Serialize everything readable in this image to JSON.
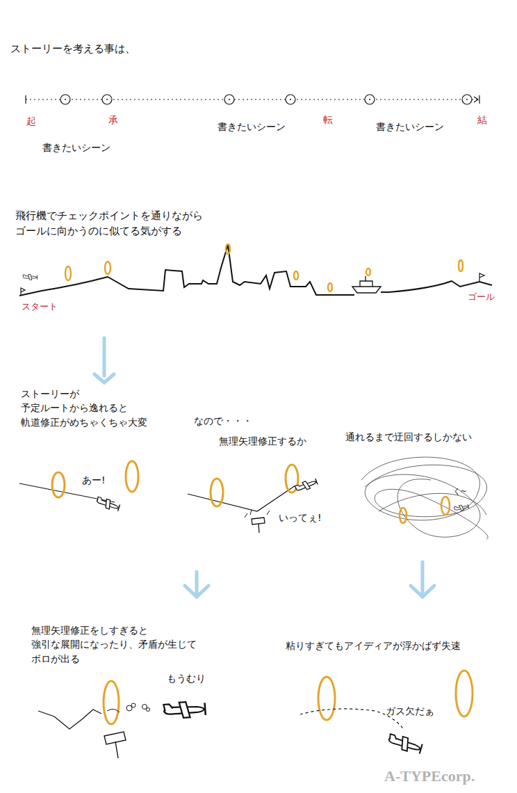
{
  "diagram": {
    "title": "ストーリーを考える事は、",
    "nodes": [
      {
        "text": [
          "起"
        ]
      },
      {
        "text": [
          "書きたいシーン"
        ]
      },
      {
        "text": [
          "承"
        ]
      },
      {
        "text": [
          "書きたいシーン"
        ]
      },
      {
        "text": [
          "転"
        ]
      },
      {
        "text": [
          "書きたいシーン"
        ]
      },
      {
        "text": [
          "結"
        ]
      },
      {
        "text": [
          "ストーリーが 予定ルートから逸れると 軌道修正がめちゃくちゃ大変"
        ]
      },
      {
        "text": [
          "あー!"
        ],
        "in": 7
      },
      {
        "text": [
          "無理矢理修正するか"
        ]
      },
      {
        "text": [
          "いってぇ!"
        ],
        "in": 9
      },
      {
        "text": [
          "通れるまで迂回するしかない"
        ]
      },
      {
        "text": [
          "く~"
        ],
        "in": 11
      },
      {
        "text": [
          "もうむり"
        ]
      },
      {
        "text": [
          "ガス欠だぁ"
        ]
      }
    ],
    "labels": [
      "飛行機でチェックポイントを通りながら ゴールに向かうのに似てる気がする",
      "スタート",
      "ゴール",
      "なので・・・",
      "無理矢理修正をしすぎると 強引な展開になったり、矛盾が生じて ボロが出る",
      "粘りすぎてもアイディアが浮かばず失速",
      "A-TYPEcorp."
    ]
  }
}
